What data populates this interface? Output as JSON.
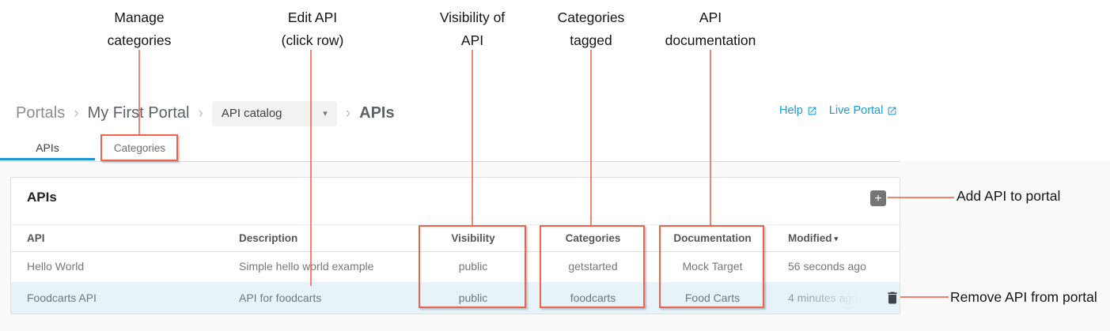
{
  "annotations": {
    "top": [
      {
        "line1": "Manage",
        "line2": "categories"
      },
      {
        "line1": "Edit API",
        "line2": "(click row)"
      },
      {
        "line1": "Visibility of",
        "line2": "API"
      },
      {
        "line1": "Categories",
        "line2": "tagged"
      },
      {
        "line1": "API",
        "line2": "documentation"
      }
    ],
    "add_api": "Add API to portal",
    "remove_api": "Remove API from portal"
  },
  "breadcrumb": {
    "portals": "Portals",
    "portal_name": "My First Portal",
    "dropdown_value": "API catalog",
    "current": "APIs"
  },
  "links": {
    "help": "Help",
    "live_portal": "Live Portal"
  },
  "tabs": {
    "apis": "APIs",
    "categories": "Categories"
  },
  "panel": {
    "title": "APIs"
  },
  "table": {
    "headers": {
      "api": "API",
      "description": "Description",
      "visibility": "Visibility",
      "categories": "Categories",
      "documentation": "Documentation",
      "modified": "Modified"
    },
    "rows": [
      {
        "api": "Hello World",
        "description": "Simple hello world example",
        "visibility": "public",
        "categories": "getstarted",
        "documentation": "Mock Target",
        "modified": "56 seconds ago"
      },
      {
        "api": "Foodcarts API",
        "description": "API for foodcarts",
        "visibility": "public",
        "categories": "foodcarts",
        "documentation": "Food Carts",
        "modified": "4 minutes ago"
      }
    ]
  },
  "glyphs": {
    "chevron": "›",
    "caret": "▾",
    "sort_desc": "▾",
    "plus": "+"
  },
  "colors": {
    "accent_blue": "#1499d6",
    "annotation_red": "#ee624e",
    "row_highlight": "#e7f3f9"
  }
}
